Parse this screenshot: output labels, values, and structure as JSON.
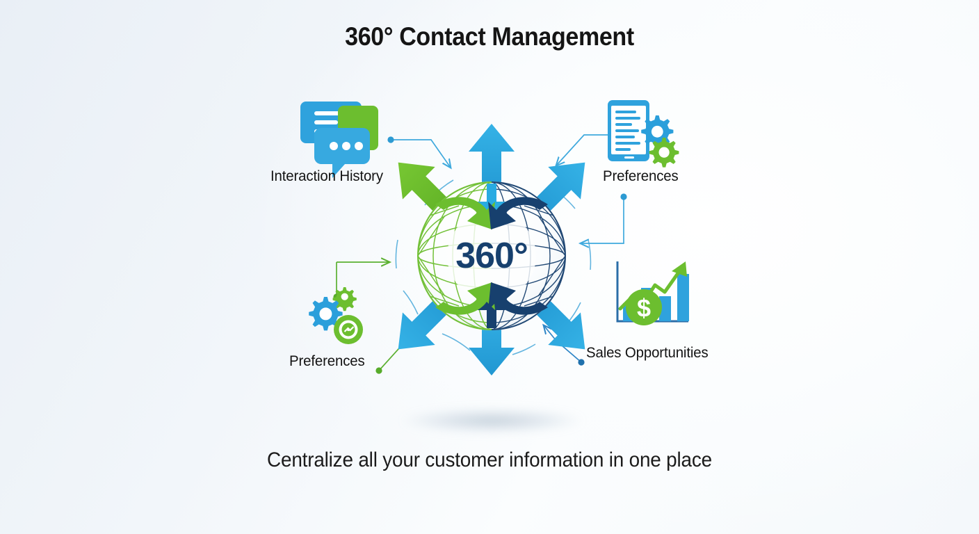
{
  "page": {
    "title": "360° Contact Management",
    "caption": "Centralize all your customer information in one place",
    "center_label": "360°"
  },
  "colors": {
    "blue": "#29abe2",
    "blue_dark": "#1a8fc8",
    "green": "#6cbe2f",
    "green_dark": "#55a81f",
    "navy": "#17406e",
    "text": "#141414",
    "background_light": "#f2f6fa",
    "connector_blue": "#3fa9dd",
    "connector_green": "#5bb031"
  },
  "nodes": [
    {
      "id": "interaction-history",
      "label": "Interaction History",
      "icon": "chat-bubbles-icon",
      "position": "top-left",
      "connector_color": "#3fa9dd"
    },
    {
      "id": "preferences-top",
      "label": "Preferences",
      "icon": "tablet-gears-icon",
      "position": "top-right",
      "connector_color": "#3fa9dd"
    },
    {
      "id": "preferences-bottom",
      "label": "Preferences",
      "icon": "gears-settings-icon",
      "position": "bottom-left",
      "connector_color": "#5bb031"
    },
    {
      "id": "sales-opportunities",
      "label": "Sales Opportunities",
      "icon": "growth-chart-dollar-icon",
      "position": "bottom-right",
      "connector_color": "#2f86c7"
    }
  ],
  "globe": {
    "name": "360-globe-graphic",
    "center_label": "360°",
    "hemisphere_left_color": "#6cbe2f",
    "hemisphere_right_color": "#17406e",
    "outward_arrows": [
      {
        "direction": "up",
        "color": "#29abe2"
      },
      {
        "direction": "up-right",
        "color": "#29abe2"
      },
      {
        "direction": "down-right",
        "color": "#29abe2"
      },
      {
        "direction": "down",
        "color": "#29abe2"
      },
      {
        "direction": "down-left",
        "color": "#29abe2"
      },
      {
        "direction": "up-left",
        "color": "#6cbe2f"
      }
    ],
    "inner_arrows": [
      {
        "direction": "down",
        "color": "#29abe2"
      },
      {
        "direction": "up",
        "color": "#17406e"
      },
      {
        "direction": "right",
        "color": "#6cbe2f"
      },
      {
        "direction": "left",
        "color": "#17406e"
      },
      {
        "direction": "up",
        "color": "#6cbe2f"
      },
      {
        "direction": "down",
        "color": "#17406e"
      }
    ]
  }
}
